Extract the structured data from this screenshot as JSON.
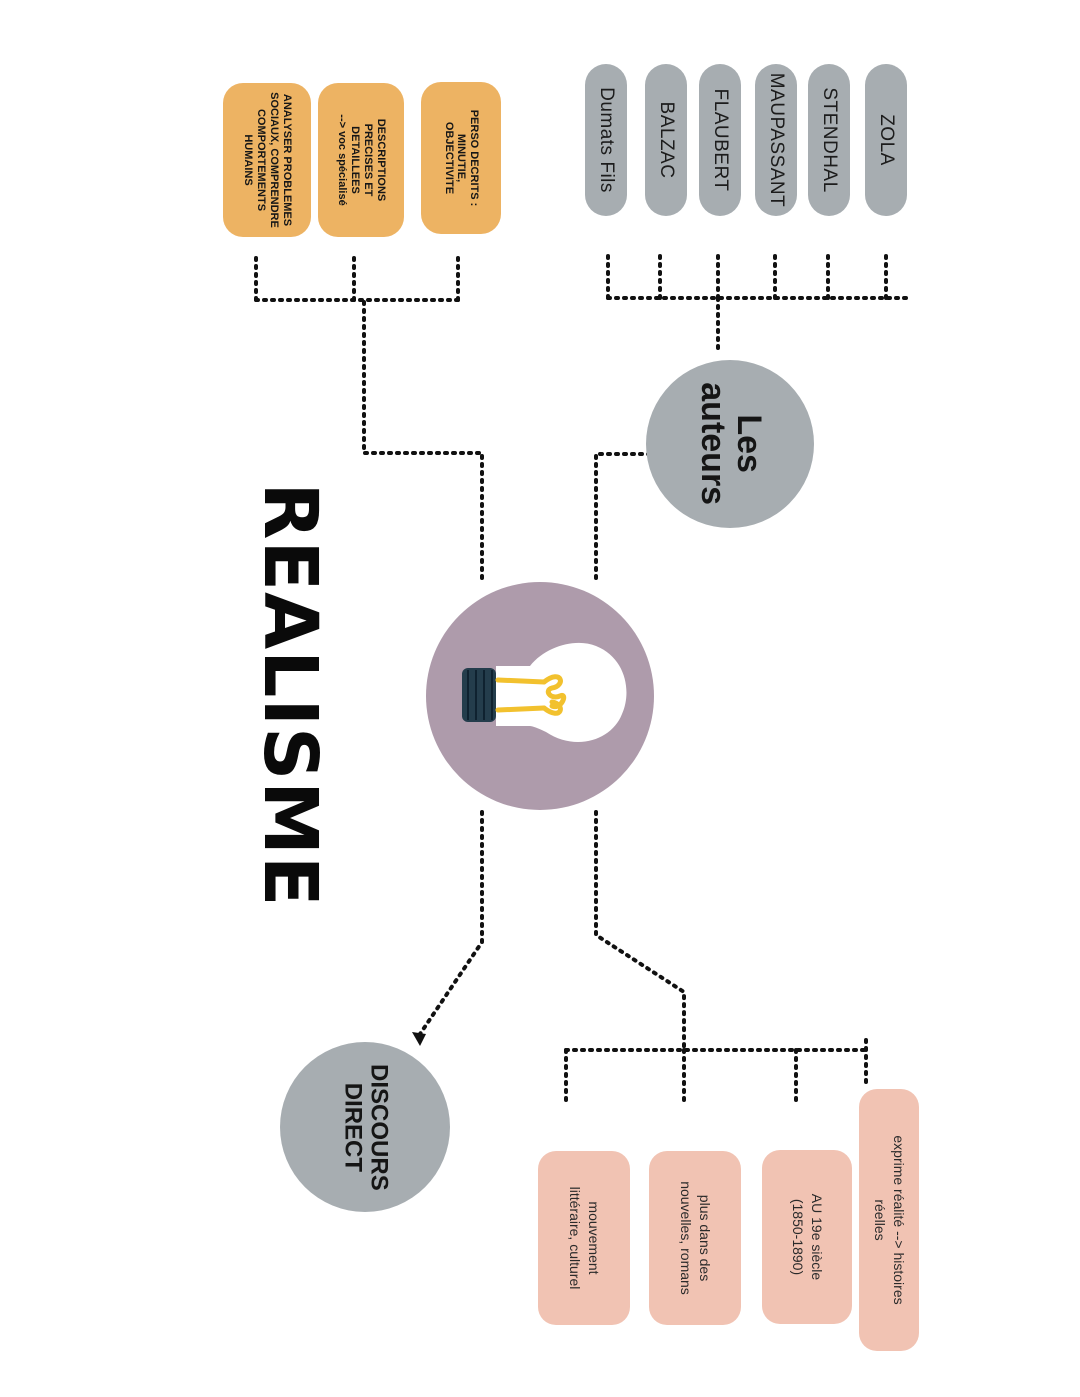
{
  "title": "REALISME",
  "authors_node": {
    "label": "Les\nauteurs"
  },
  "discours_node": {
    "label": "DISCOURS\nDIRECT"
  },
  "authors": [
    "ZOLA",
    "STENDHAL",
    "MAUPASSANT",
    "FLAUBERT",
    "BALZAC",
    "Dumats Fils"
  ],
  "characteristics": [
    "PERSO DECRITS :\nMINUTIE,\nOBJECTIVITE",
    "DESCRIPTIONS\nPRECISES ET\nDETAILLEES\n--> voc spécialisé",
    "ANALYSER PROBLEMES\nSOCIAUX, COMPRENDRE\nCOMPORTEMENTS\nHUMAINS"
  ],
  "definitions": [
    "exprime réalité --> histoires\nréelles",
    "AU 19e siècle\n(1850-1890)",
    "plus dans des\nnouvelles, romans",
    "mouvement\nlittéraire, culturel"
  ],
  "colors": {
    "grey": "#a7adb1",
    "mauve": "#ae9bab",
    "orange": "#edb363",
    "pink": "#f1c3b3",
    "bulb_filament": "#f2c12e",
    "bulb_base": "#243d4c"
  },
  "icons": [
    "lightbulb-icon"
  ]
}
